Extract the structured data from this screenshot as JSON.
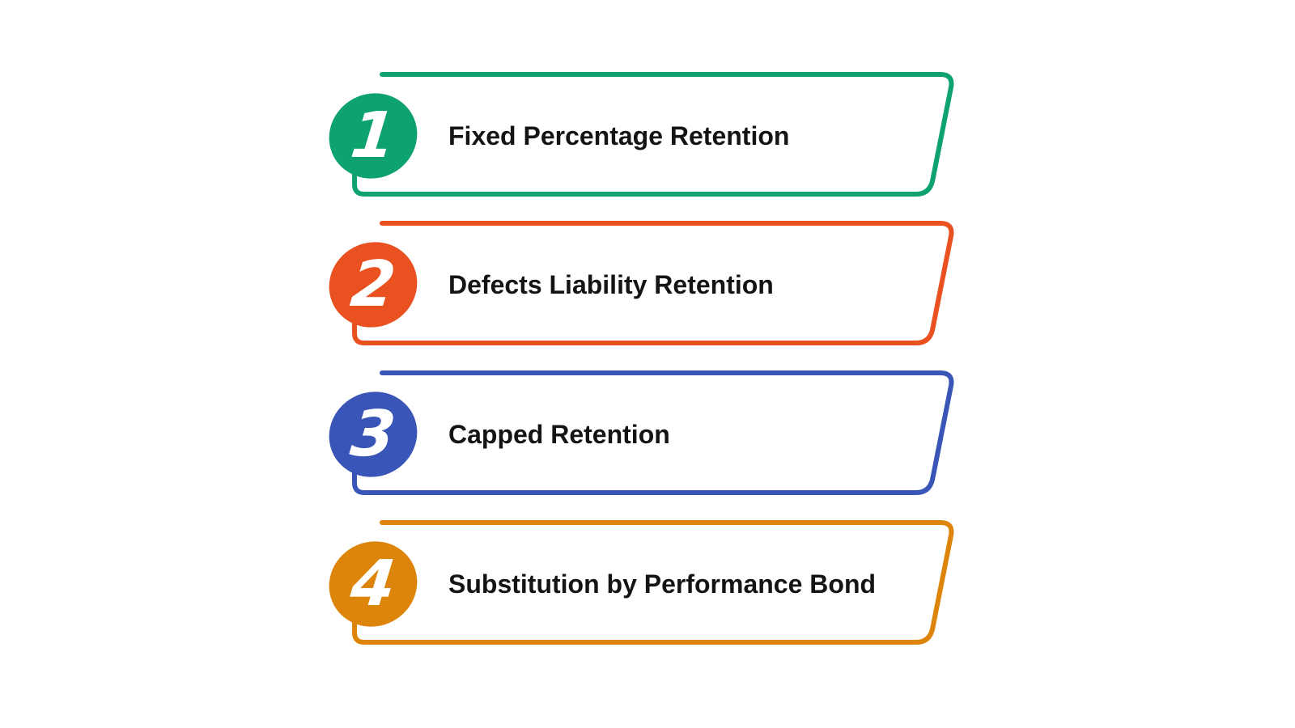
{
  "items": [
    {
      "number": "1",
      "label": "Fixed Percentage Retention",
      "color": "#0ea36e"
    },
    {
      "number": "2",
      "label": "Defects Liability Retention",
      "color": "#ea5120"
    },
    {
      "number": "3",
      "label": "Capped Retention",
      "color": "#3a55b8"
    },
    {
      "number": "4",
      "label": "Substitution by Performance Bond",
      "color": "#dd840b"
    }
  ]
}
